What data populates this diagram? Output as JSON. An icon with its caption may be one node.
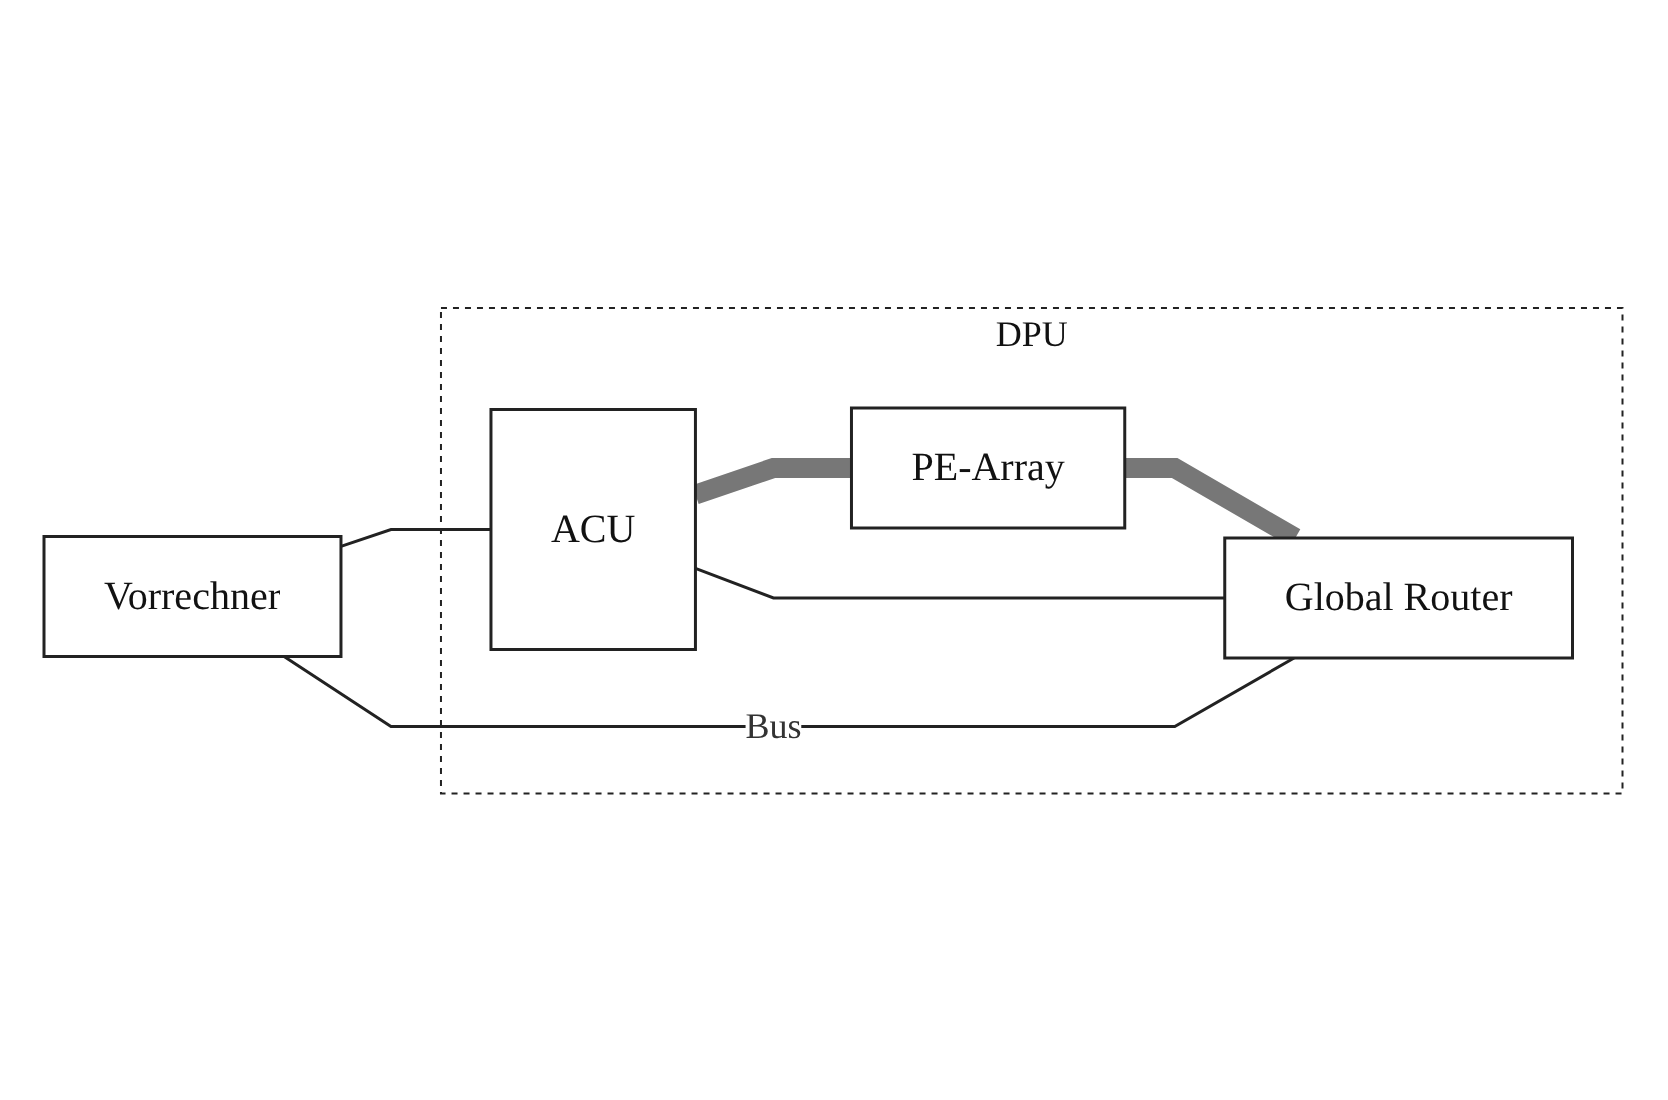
{
  "diagram": {
    "nodes": [
      {
        "text": [
          "DPU"
        ]
      },
      {
        "text": [
          "ACU"
        ],
        "in": 0
      },
      {
        "text": [
          "PE-Array"
        ],
        "in": 0
      },
      {
        "text": [
          "Global Router"
        ],
        "in": 0
      },
      {
        "text": [
          "Vorrechner"
        ]
      }
    ],
    "edges": [
      {
        "from": 1,
        "to": 2,
        "arrow": "none",
        "style": "thick"
      },
      {
        "from": 2,
        "to": 3,
        "arrow": "none",
        "style": "thick"
      },
      {
        "from": 4,
        "to": 1,
        "arrow": "none"
      },
      {
        "from": 4,
        "to": 3,
        "arrow": "none",
        "label": "Bus"
      },
      {
        "from": 1,
        "to": 3,
        "arrow": "none"
      }
    ]
  }
}
